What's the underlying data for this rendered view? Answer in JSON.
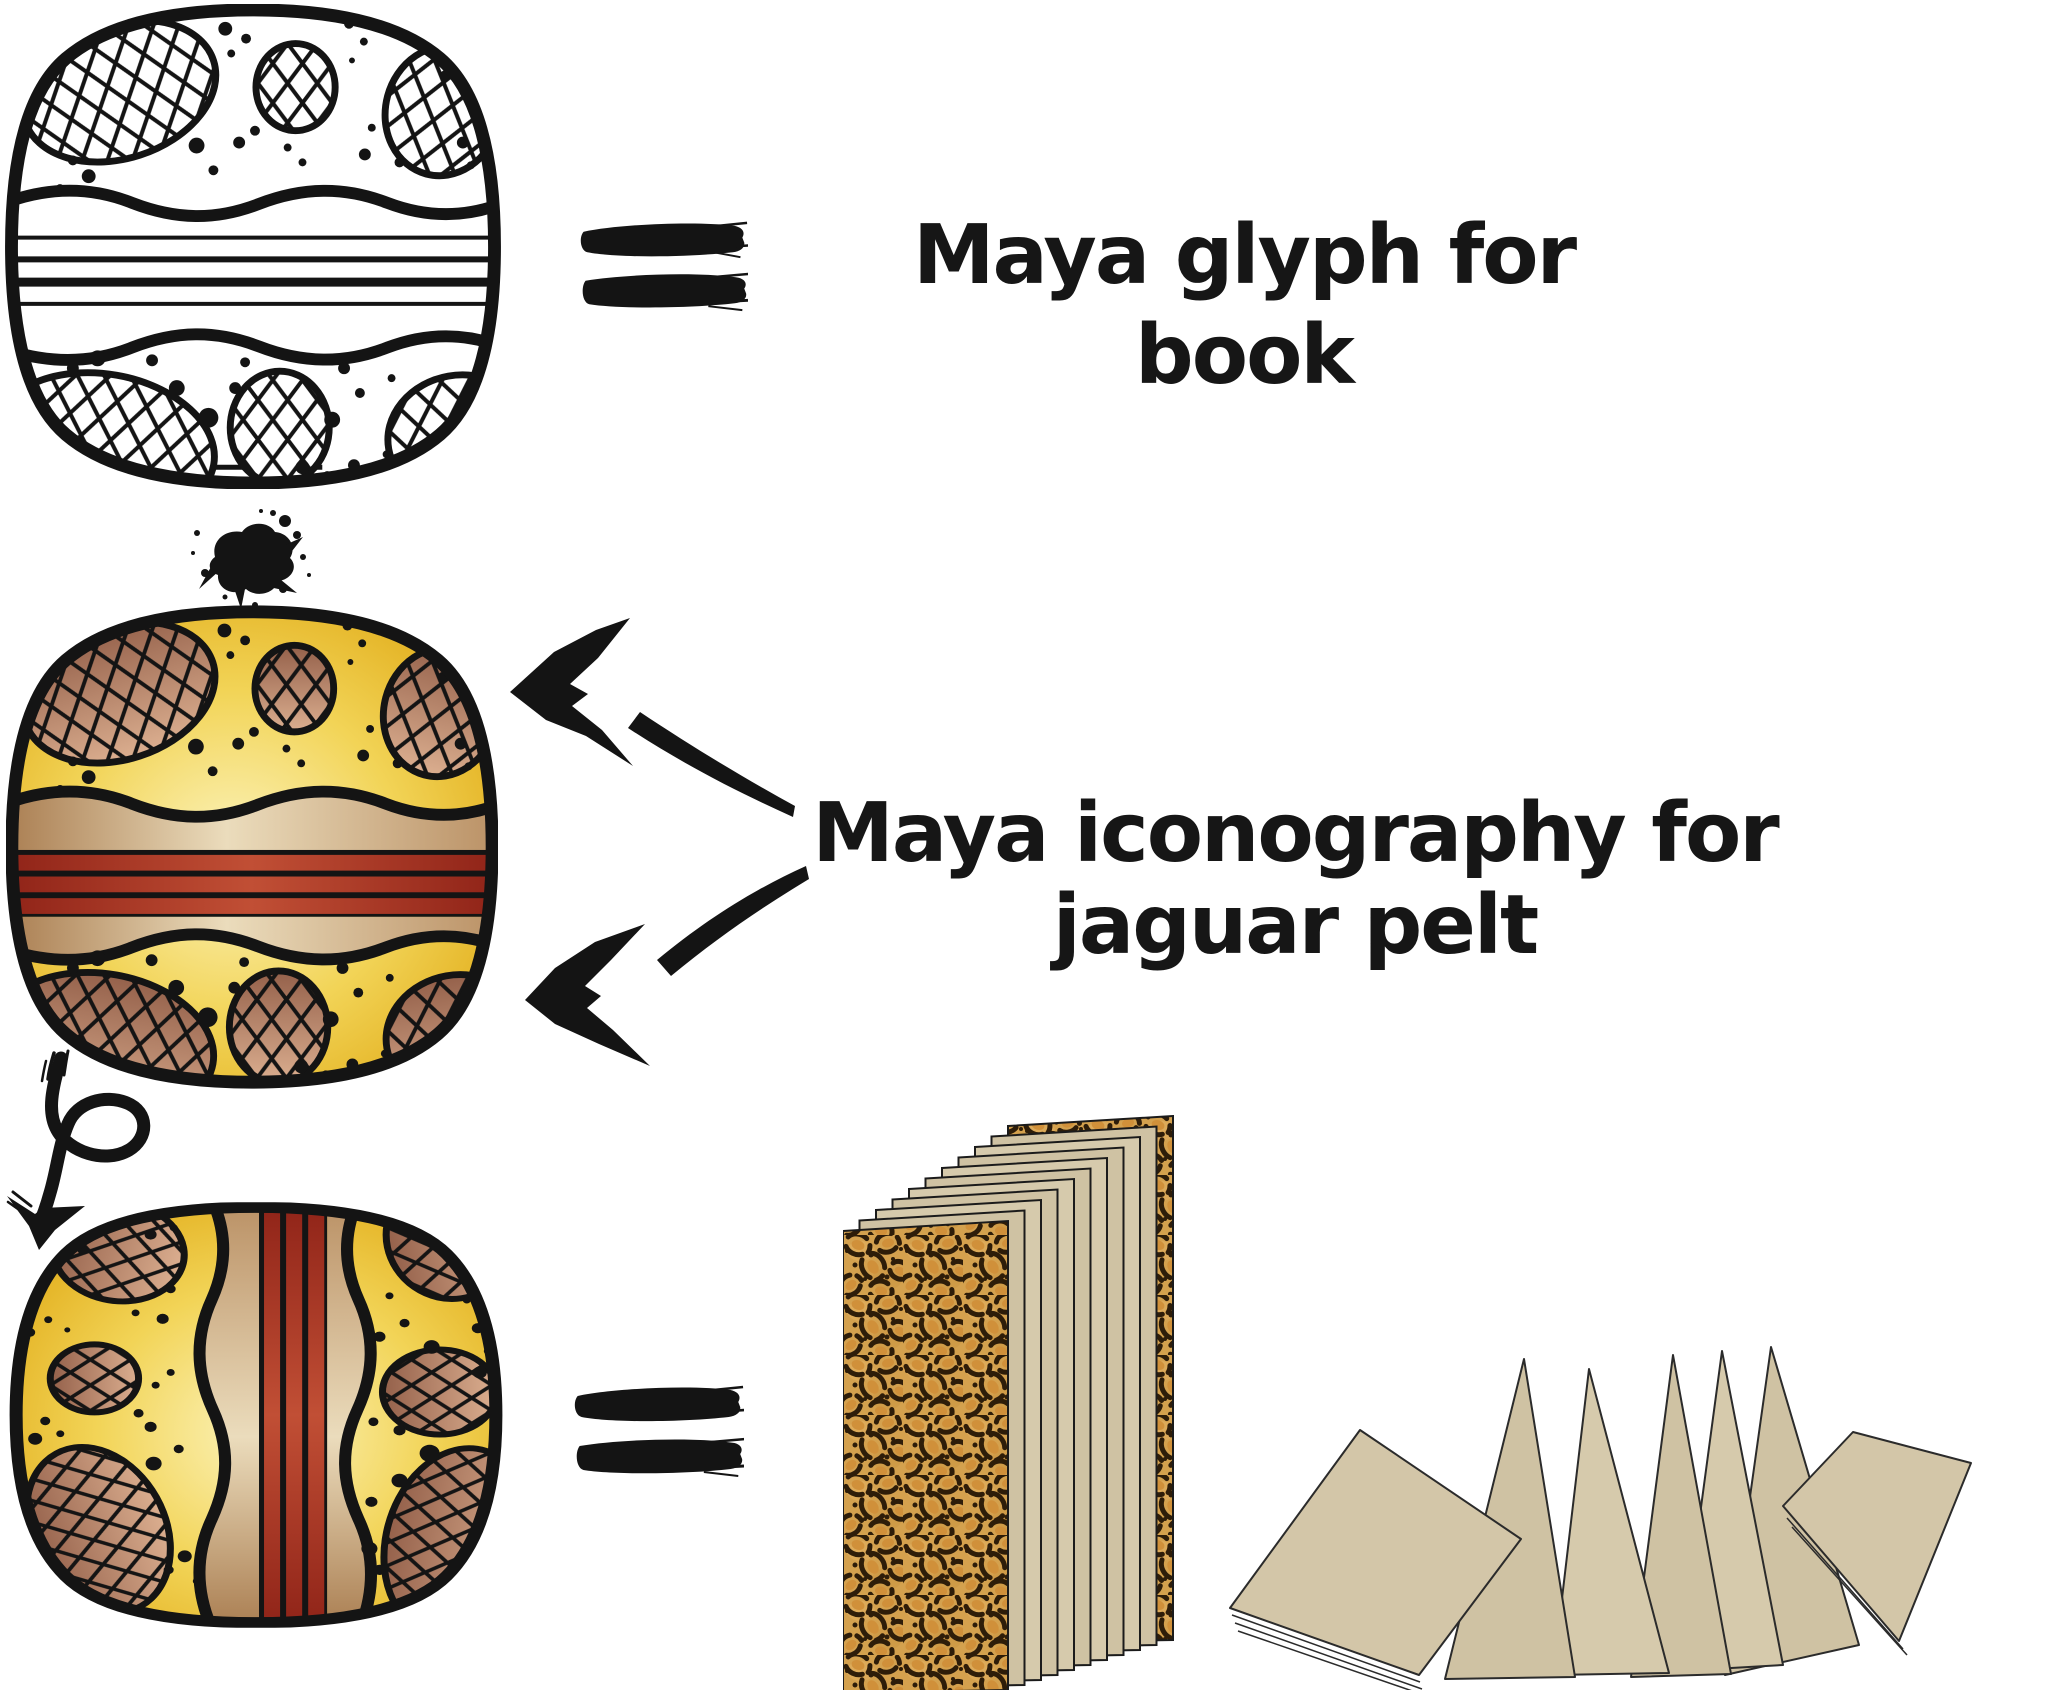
{
  "page": {
    "background": "#FFFFFF"
  },
  "labels": {
    "book": "Maya glyph for book",
    "pelt_line1": "Maya iconography for",
    "pelt_line2": "jaguar pelt"
  },
  "colors": {
    "ink": "#141414",
    "text": "#161616",
    "outline": "#1B1B1B",
    "yellow_light": "#FCF4BE",
    "yellow_mid": "#F2D457",
    "yellow_gold": "#DEA50F",
    "tan_light": "#EBDCBC",
    "tan_dark": "#A87B4E",
    "red_stripe": "#A93122",
    "red_stripe_bright": "#C14F35",
    "red_stripe_dark": "#8E2217",
    "brown_dark": "#94604A",
    "brown_light": "#DCAF90",
    "leopard_base": "#D4A14E",
    "leopard_spot": "#2E1D09",
    "leopard_center": "#D0903A",
    "paper": "#CFC2A3",
    "paper_light": "#D6CAAC"
  },
  "icons": {
    "equals": "brush-equals-icon",
    "arrow_upper": "brush-curved-arrow-icon",
    "arrow_lower": "brush-curved-arrow-icon",
    "arrow_loop": "loop-rotate-arrow-icon",
    "splat": "ink-splat-icon"
  },
  "figures": {
    "glyph_bw": "maya-book-glyph",
    "glyph_color": "jaguar-pelt-glyph",
    "glyph_rotated": "jaguar-pelt-glyph-rotated",
    "book": "jaguar-pelt-codex",
    "accordion": "accordion-folded-codex"
  }
}
